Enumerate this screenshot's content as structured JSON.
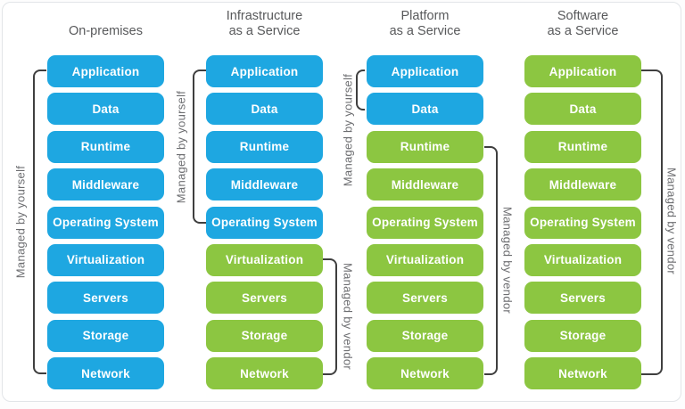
{
  "colors": {
    "self": "#1ea7e1",
    "vendor": "#8cc641",
    "bracket": "#3f3f3f",
    "heading": "#58595b",
    "label": "#6d6e71",
    "box_text": "#ffffff"
  },
  "columns": [
    {
      "header_line1": "On-premises",
      "header_line2": "",
      "boxes": [
        {
          "label": "Application",
          "type": "self"
        },
        {
          "label": "Data",
          "type": "self"
        },
        {
          "label": "Runtime",
          "type": "self"
        },
        {
          "label": "Middleware",
          "type": "self"
        },
        {
          "label": "Operating System",
          "type": "self"
        },
        {
          "label": "Virtualization",
          "type": "self"
        },
        {
          "label": "Servers",
          "type": "self"
        },
        {
          "label": "Storage",
          "type": "self"
        },
        {
          "label": "Network",
          "type": "self"
        }
      ]
    },
    {
      "header_line1": "Infrastructure",
      "header_line2": "as a Service",
      "boxes": [
        {
          "label": "Application",
          "type": "self"
        },
        {
          "label": "Data",
          "type": "self"
        },
        {
          "label": "Runtime",
          "type": "self"
        },
        {
          "label": "Middleware",
          "type": "self"
        },
        {
          "label": "Operating System",
          "type": "self"
        },
        {
          "label": "Virtualization",
          "type": "vendor"
        },
        {
          "label": "Servers",
          "type": "vendor"
        },
        {
          "label": "Storage",
          "type": "vendor"
        },
        {
          "label": "Network",
          "type": "vendor"
        }
      ]
    },
    {
      "header_line1": "Platform",
      "header_line2": "as a Service",
      "boxes": [
        {
          "label": "Application",
          "type": "self"
        },
        {
          "label": "Data",
          "type": "self"
        },
        {
          "label": "Runtime",
          "type": "vendor"
        },
        {
          "label": "Middleware",
          "type": "vendor"
        },
        {
          "label": "Operating System",
          "type": "vendor"
        },
        {
          "label": "Virtualization",
          "type": "vendor"
        },
        {
          "label": "Servers",
          "type": "vendor"
        },
        {
          "label": "Storage",
          "type": "vendor"
        },
        {
          "label": "Network",
          "type": "vendor"
        }
      ]
    },
    {
      "header_line1": "Software",
      "header_line2": "as a Service",
      "boxes": [
        {
          "label": "Application",
          "type": "vendor"
        },
        {
          "label": "Data",
          "type": "vendor"
        },
        {
          "label": "Runtime",
          "type": "vendor"
        },
        {
          "label": "Middleware",
          "type": "vendor"
        },
        {
          "label": "Operating System",
          "type": "vendor"
        },
        {
          "label": "Virtualization",
          "type": "vendor"
        },
        {
          "label": "Servers",
          "type": "vendor"
        },
        {
          "label": "Storage",
          "type": "vendor"
        },
        {
          "label": "Network",
          "type": "vendor"
        }
      ]
    }
  ],
  "brackets": [
    {
      "label": "Managed by yourself"
    },
    {
      "label": "Managed by yourself"
    },
    {
      "label": "Managed by vendor"
    },
    {
      "label": "Managed by yourself"
    },
    {
      "label": "Managed by vendor"
    },
    {
      "label": "Managed by vendor"
    }
  ]
}
